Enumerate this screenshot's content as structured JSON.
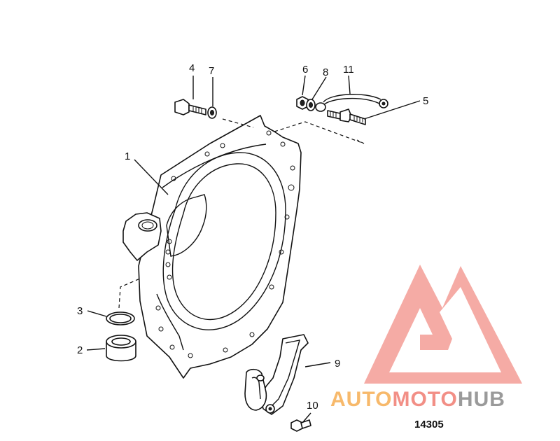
{
  "diagram": {
    "callouts": [
      {
        "id": "1",
        "label": "1"
      },
      {
        "id": "2",
        "label": "2"
      },
      {
        "id": "3",
        "label": "3"
      },
      {
        "id": "4",
        "label": "4"
      },
      {
        "id": "5",
        "label": "5"
      },
      {
        "id": "6",
        "label": "6"
      },
      {
        "id": "7",
        "label": "7"
      },
      {
        "id": "8",
        "label": "8"
      },
      {
        "id": "9",
        "label": "9"
      },
      {
        "id": "10",
        "label": "10"
      },
      {
        "id": "11",
        "label": "11"
      }
    ],
    "figure_number": "14305"
  },
  "watermark": {
    "logo_text_orange": "AUTO",
    "logo_text_red": "MOTO",
    "logo_text_gray": "HUB",
    "colors": {
      "triangle": "#f4a6a0",
      "orange": "#f7b96b",
      "red": "#f28f86",
      "gray": "#9a9a9a"
    }
  }
}
